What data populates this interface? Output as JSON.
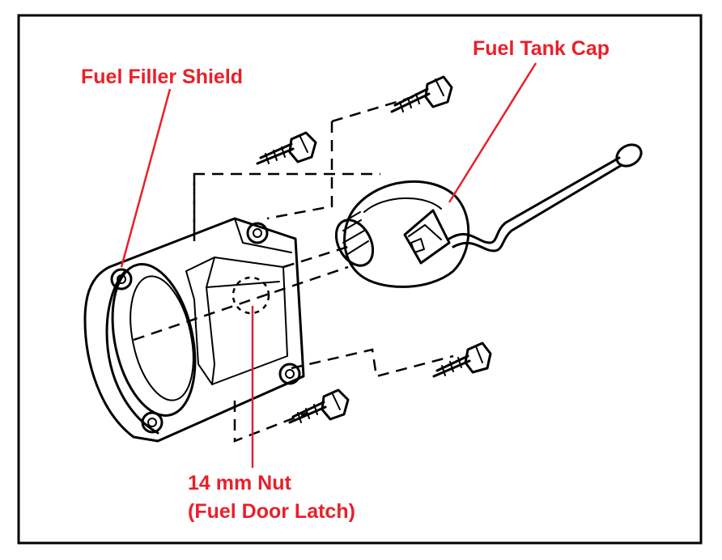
{
  "callouts": {
    "fuel_tank_cap": "Fuel Tank Cap",
    "fuel_filler_shield": "Fuel Filler Shield",
    "nut_line1": "14 mm Nut",
    "nut_line2": "(Fuel Door Latch)"
  },
  "colors": {
    "callout_text": "#e8202a",
    "leader_line": "#e8202a",
    "line_art": "#000000",
    "frame": "#000000"
  }
}
